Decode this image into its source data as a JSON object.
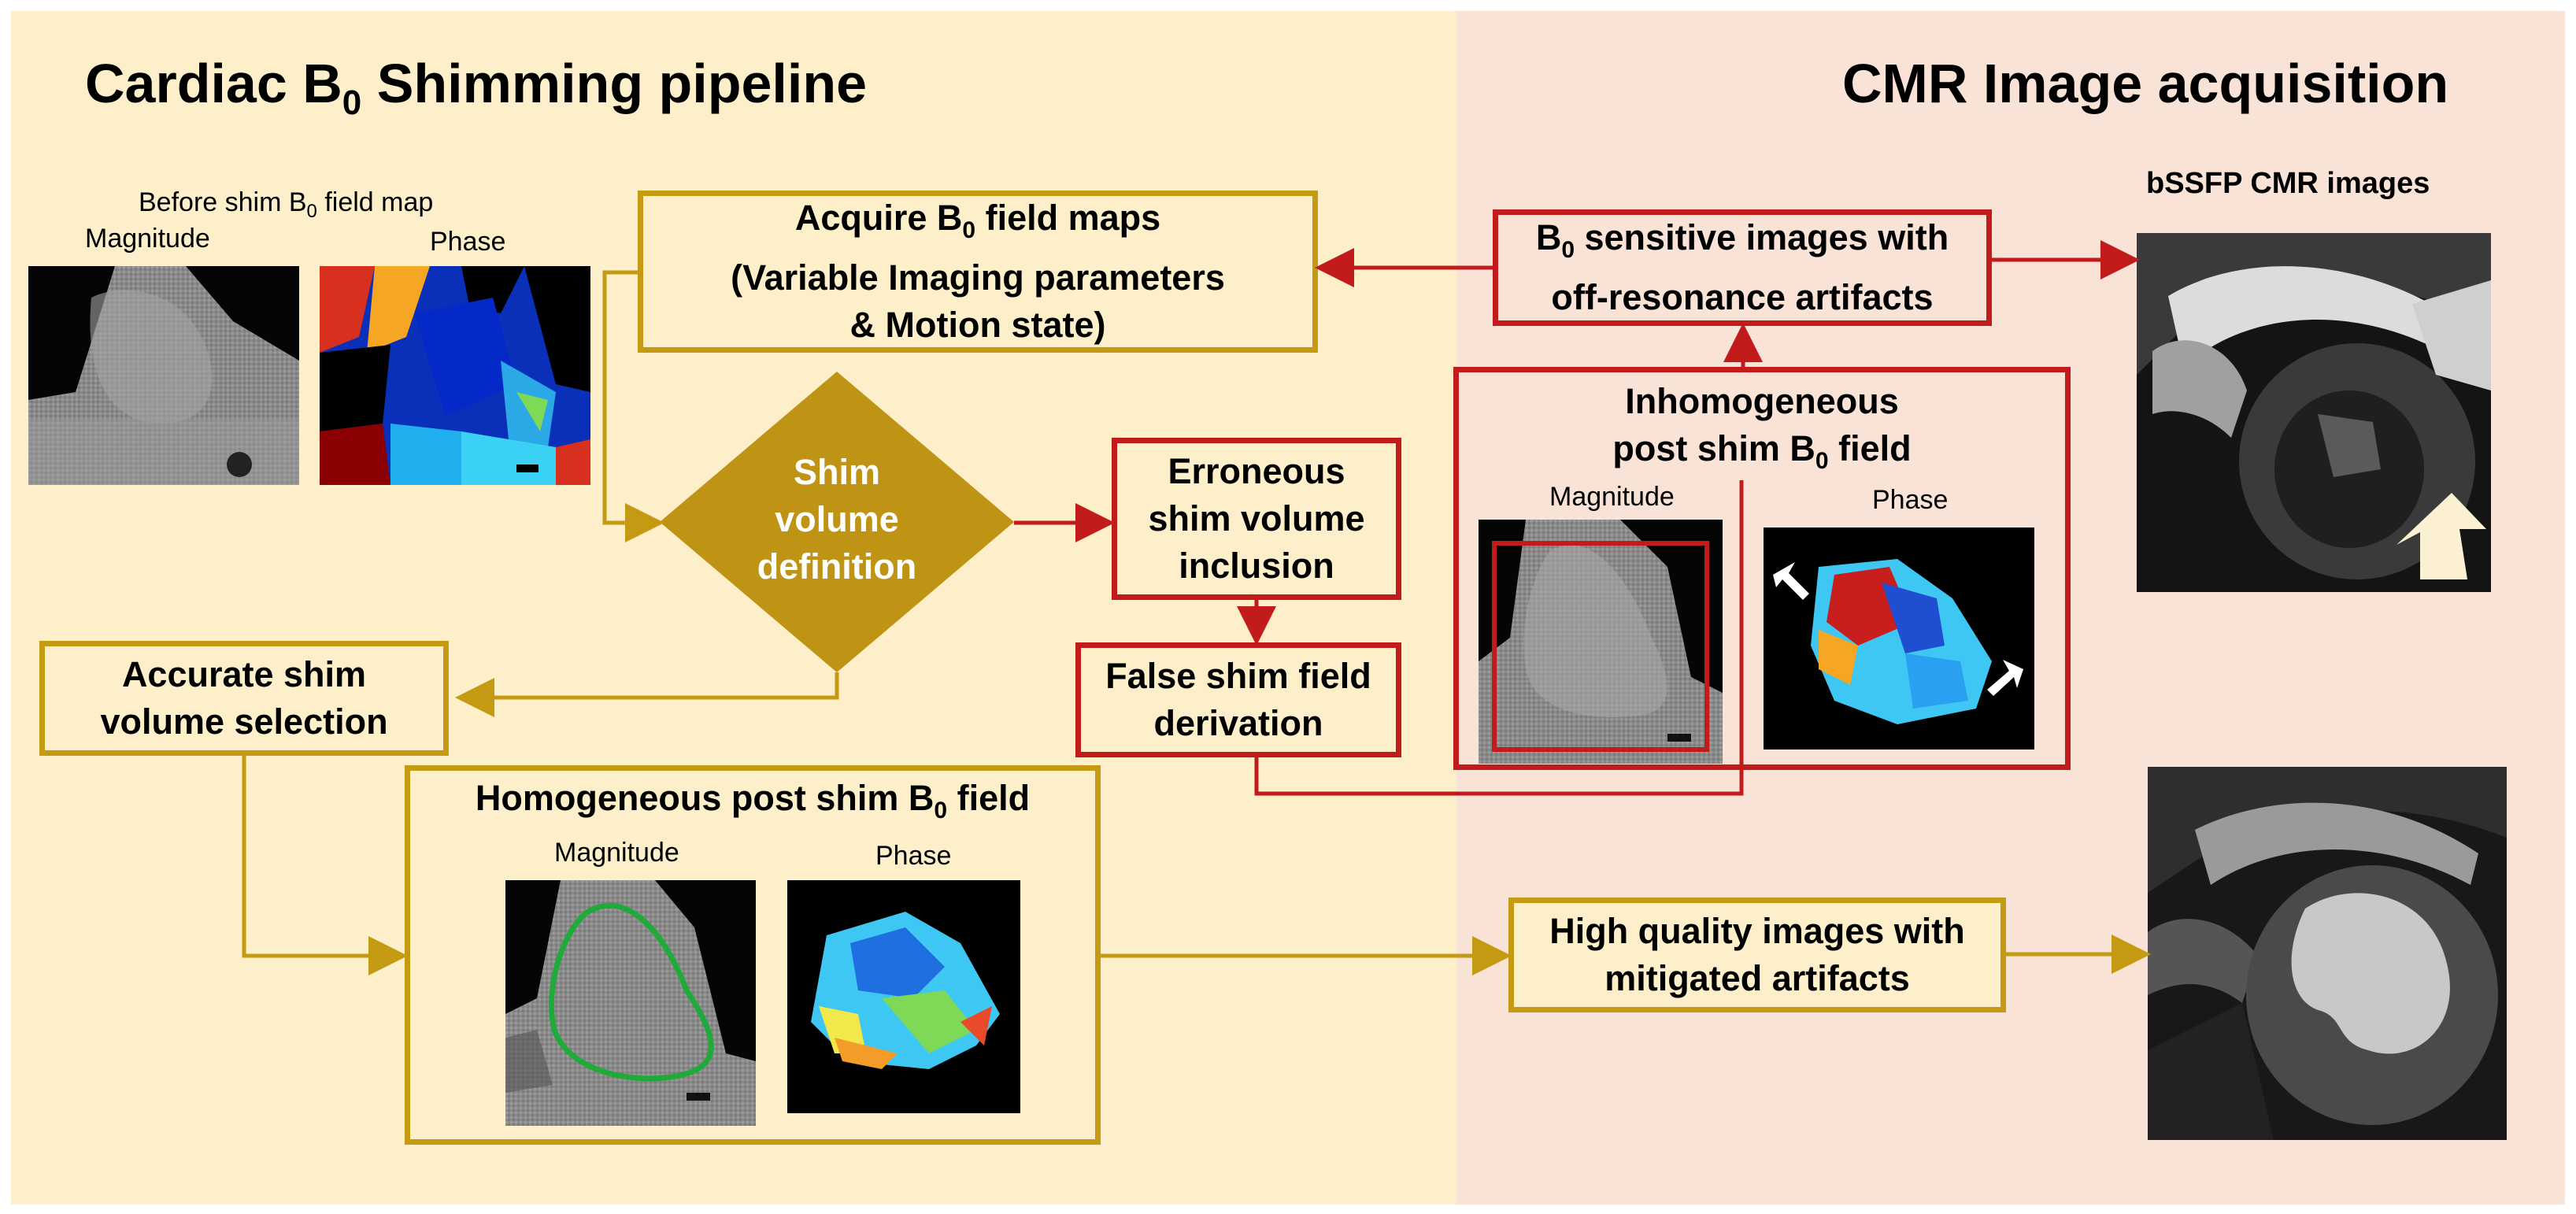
{
  "titles": {
    "left": "Cardiac B",
    "left_sub": "0",
    "left_rest": " Shimming pipeline",
    "right": "CMR Image acquisition"
  },
  "before_map": {
    "caption": "Before shim B",
    "caption_sub": "0",
    "caption_rest": " field map",
    "magnitude": "Magnitude",
    "phase": "Phase"
  },
  "acquire": {
    "line1": "Acquire B",
    "line1_sub": "0",
    "line1_rest": " field maps",
    "line2": "(Variable Imaging parameters",
    "line3": "& Motion state)"
  },
  "diamond": {
    "line1": "Shim",
    "line2": "volume",
    "line3": "definition"
  },
  "erroneous": {
    "line1": "Erroneous",
    "line2": "shim volume",
    "line3": "inclusion"
  },
  "false_shim": {
    "line1": "False shim field",
    "line2": "derivation"
  },
  "accurate": {
    "line1": "Accurate shim",
    "line2": "volume selection"
  },
  "homogeneous": {
    "caption": "Homogeneous post shim B",
    "caption_sub": "0",
    "caption_rest": " field",
    "magnitude": "Magnitude",
    "phase": "Phase"
  },
  "sensitive": {
    "line1": "B",
    "line1_sub": "0",
    "line1_rest": " sensitive images with",
    "line2": "off-resonance artifacts"
  },
  "inhomogeneous": {
    "line1": "Inhomogeneous",
    "line2": "post shim B",
    "line2_sub": "0",
    "line2_rest": " field",
    "magnitude": "Magnitude",
    "phase": "Phase"
  },
  "high_quality": {
    "line1": "High quality images with",
    "line2": "mitigated artifacts"
  },
  "bssfp_label": "bSSFP CMR images",
  "colors": {
    "gold": "#c49a12",
    "red": "#c11b1b",
    "left_bg": "#fdefc9",
    "right_bg": "#f9e2d6",
    "contour_green": "#1faa3a"
  }
}
